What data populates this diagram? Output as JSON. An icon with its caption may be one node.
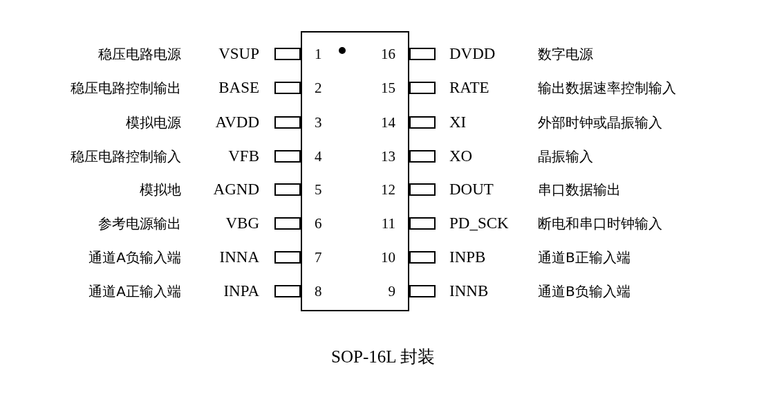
{
  "diagram": {
    "caption": "SOP-16L 封装",
    "nodes": [
      {
        "text": [],
        "shape": "box"
      },
      {
        "text": [],
        "shape": "box",
        "beside": [
          "VSUP"
        ]
      },
      {
        "text": [],
        "shape": "box",
        "beside": [
          "BASE"
        ]
      },
      {
        "text": [],
        "shape": "box",
        "beside": [
          "AVDD"
        ]
      },
      {
        "text": [],
        "shape": "box",
        "beside": [
          "VFB"
        ]
      },
      {
        "text": [],
        "shape": "box",
        "beside": [
          "AGND"
        ]
      },
      {
        "text": [],
        "shape": "box",
        "beside": [
          "VBG"
        ]
      },
      {
        "text": [],
        "shape": "box",
        "beside": [
          "INNA"
        ]
      },
      {
        "text": [],
        "shape": "box",
        "beside": [
          "INPA"
        ]
      },
      {
        "text": [],
        "shape": "box",
        "beside": [
          "INNB"
        ]
      },
      {
        "text": [],
        "shape": "box",
        "beside": [
          "INPB"
        ]
      },
      {
        "text": [],
        "shape": "box",
        "beside": [
          "PD_SCK"
        ]
      },
      {
        "text": [],
        "shape": "box",
        "beside": [
          "DOUT"
        ]
      },
      {
        "text": [],
        "shape": "box",
        "beside": [
          "XO"
        ]
      },
      {
        "text": [],
        "shape": "box",
        "beside": [
          "XI"
        ]
      },
      {
        "text": [],
        "shape": "box",
        "beside": [
          "RATE"
        ]
      },
      {
        "text": [],
        "shape": "box",
        "beside": [
          "DVDD"
        ]
      }
    ],
    "labels": [
      "稳压电路电源",
      "1",
      "16",
      "数字电源",
      "稳压电路控制输出",
      "2",
      "15",
      "输出数据速率控制输入",
      "模拟电源",
      "3",
      "14",
      "外部时钟或晶振输入",
      "稳压电路控制输入",
      "4",
      "13",
      "晶振输入",
      "模拟地",
      "5",
      "12",
      "串口数据输出",
      "参考电源输出",
      "6",
      "11",
      "断电和串口时钟输入",
      "通道A负输入端",
      "7",
      "10",
      "通道B正输入端",
      "通道A正输入端",
      "8",
      "9",
      "通道B负输入端"
    ]
  }
}
